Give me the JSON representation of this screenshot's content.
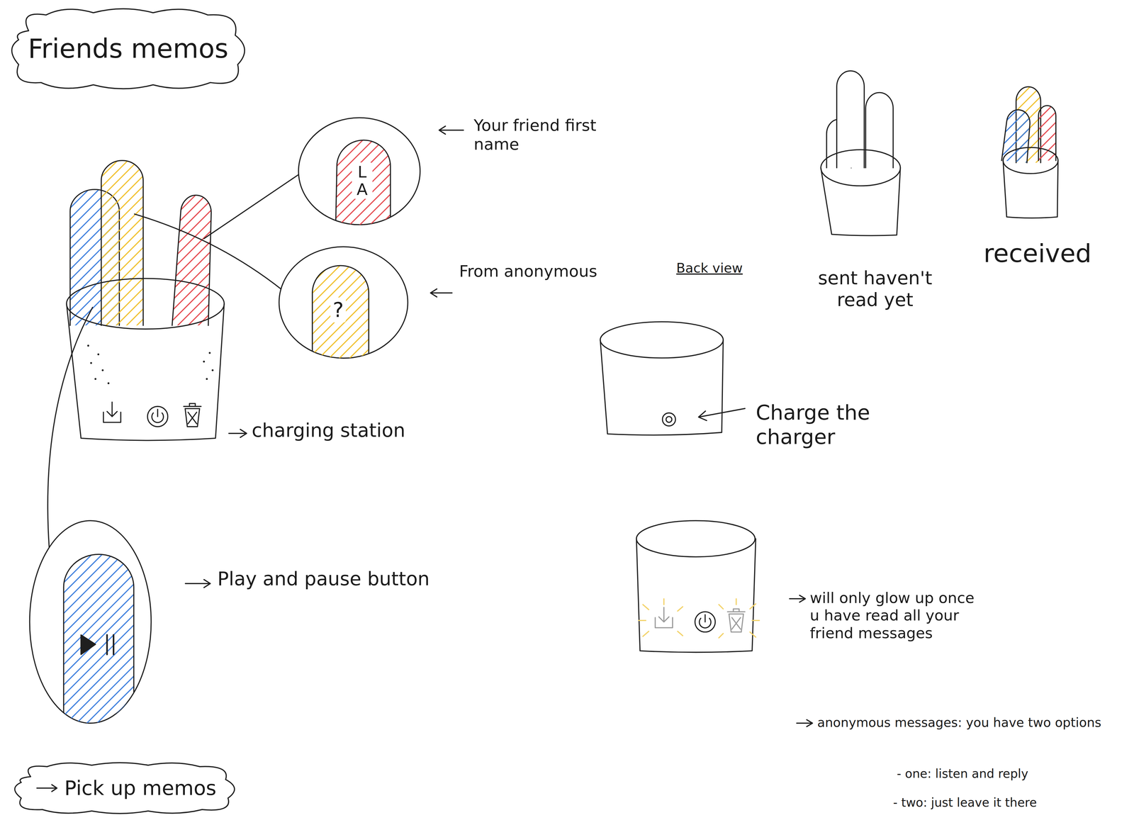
{
  "diagram": {
    "nodes": [
      {
        "text": [
          "Friends memos"
        ]
      },
      {
        "text": [
          "L A"
        ]
      },
      {
        "text": [
          "?"
        ]
      },
      {
        "text": [
          "Pick up memos"
        ]
      }
    ],
    "labels": [
      "Your friend first name",
      "From anonymous",
      "charging station",
      "Play and pause button",
      "Back view",
      "Charge the charger",
      "sent haven't read yet",
      "received",
      "will only glow up once u have read all your friend messages",
      "anonymous messages: you have two options",
      "- one: listen and reply",
      "- two: just leave it there"
    ]
  }
}
